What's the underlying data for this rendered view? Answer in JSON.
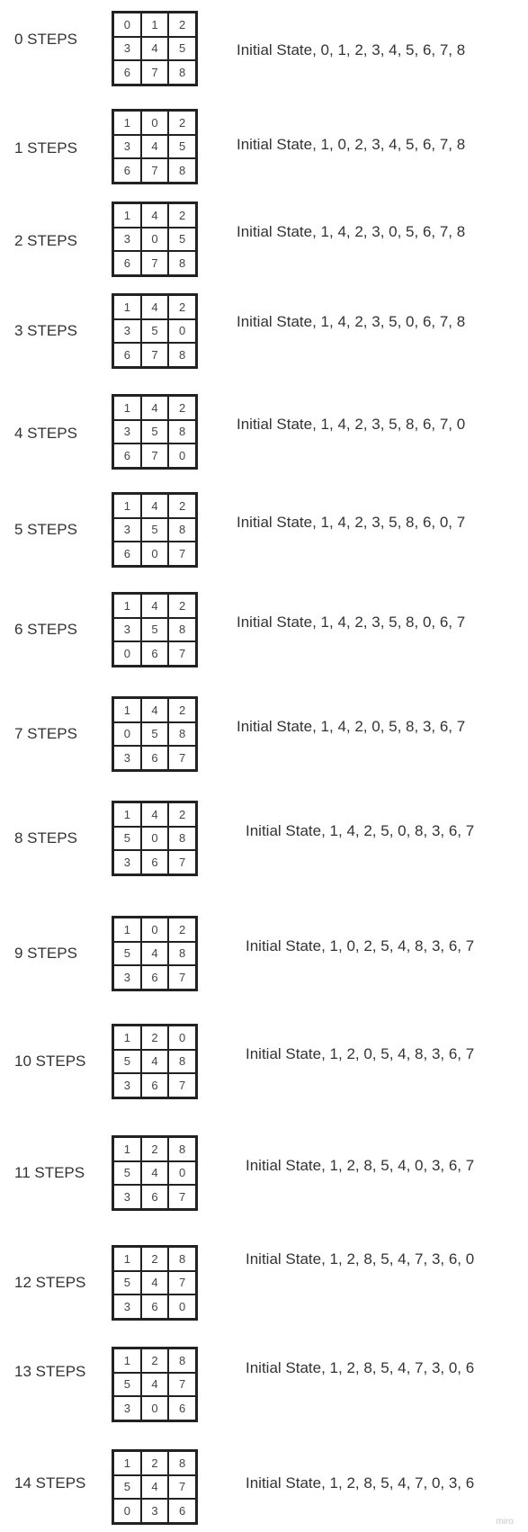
{
  "steps": [
    {
      "label": "0 STEPS",
      "tiles": [
        "0",
        "1",
        "2",
        "3",
        "4",
        "5",
        "6",
        "7",
        "8"
      ],
      "state": "Initial State, 0, 1, 2, 3, 4, 5, 6, 7, 8"
    },
    {
      "label": "1 STEPS",
      "tiles": [
        "1",
        "0",
        "2",
        "3",
        "4",
        "5",
        "6",
        "7",
        "8"
      ],
      "state": "Initial State, 1, 0, 2, 3, 4, 5, 6, 7, 8"
    },
    {
      "label": "2 STEPS",
      "tiles": [
        "1",
        "4",
        "2",
        "3",
        "0",
        "5",
        "6",
        "7",
        "8"
      ],
      "state": "Initial State, 1, 4, 2, 3, 0, 5, 6, 7, 8"
    },
    {
      "label": "3 STEPS",
      "tiles": [
        "1",
        "4",
        "2",
        "3",
        "5",
        "0",
        "6",
        "7",
        "8"
      ],
      "state": "Initial State, 1, 4, 2, 3, 5, 0, 6, 7, 8"
    },
    {
      "label": "4 STEPS",
      "tiles": [
        "1",
        "4",
        "2",
        "3",
        "5",
        "8",
        "6",
        "7",
        "0"
      ],
      "state": "Initial State, 1, 4, 2, 3, 5, 8, 6, 7, 0"
    },
    {
      "label": "5 STEPS",
      "tiles": [
        "1",
        "4",
        "2",
        "3",
        "5",
        "8",
        "6",
        "0",
        "7"
      ],
      "state": "Initial State, 1, 4, 2, 3, 5, 8, 6, 0, 7"
    },
    {
      "label": "6 STEPS",
      "tiles": [
        "1",
        "4",
        "2",
        "3",
        "5",
        "8",
        "0",
        "6",
        "7"
      ],
      "state": "Initial State, 1, 4, 2, 3, 5, 8, 0, 6, 7"
    },
    {
      "label": "7 STEPS",
      "tiles": [
        "1",
        "4",
        "2",
        "0",
        "5",
        "8",
        "3",
        "6",
        "7"
      ],
      "state": "Initial State, 1, 4, 2, 0, 5, 8, 3, 6, 7"
    },
    {
      "label": "8 STEPS",
      "tiles": [
        "1",
        "4",
        "2",
        "5",
        "0",
        "8",
        "3",
        "6",
        "7"
      ],
      "state": "Initial State, 1, 4, 2, 5, 0, 8, 3, 6, 7"
    },
    {
      "label": "9 STEPS",
      "tiles": [
        "1",
        "0",
        "2",
        "5",
        "4",
        "8",
        "3",
        "6",
        "7"
      ],
      "state": "Initial State, 1, 0, 2, 5, 4, 8, 3, 6, 7"
    },
    {
      "label": "10 STEPS",
      "tiles": [
        "1",
        "2",
        "0",
        "5",
        "4",
        "8",
        "3",
        "6",
        "7"
      ],
      "state": "Initial State, 1, 2, 0, 5, 4, 8, 3, 6, 7"
    },
    {
      "label": "11 STEPS",
      "tiles": [
        "1",
        "2",
        "8",
        "5",
        "4",
        "0",
        "3",
        "6",
        "7"
      ],
      "state": "Initial State, 1, 2, 8, 5, 4, 0, 3, 6, 7"
    },
    {
      "label": "12 STEPS",
      "tiles": [
        "1",
        "2",
        "8",
        "5",
        "4",
        "7",
        "3",
        "6",
        "0"
      ],
      "state": "Initial State, 1, 2, 8, 5, 4, 7, 3, 6, 0"
    },
    {
      "label": "13 STEPS",
      "tiles": [
        "1",
        "2",
        "8",
        "5",
        "4",
        "7",
        "3",
        "0",
        "6"
      ],
      "state": "Initial State, 1, 2, 8, 5, 4, 7, 3, 0, 6"
    },
    {
      "label": "14 STEPS",
      "tiles": [
        "1",
        "2",
        "8",
        "5",
        "4",
        "7",
        "0",
        "3",
        "6"
      ],
      "state": "Initial State, 1, 2, 8, 5, 4, 7, 0, 3, 6"
    }
  ],
  "watermark": "miro"
}
